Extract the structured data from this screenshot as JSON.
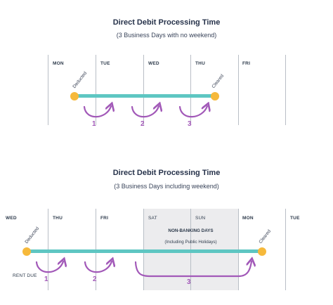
{
  "colors": {
    "bar": "#5ec6c2",
    "dot": "#f6b93b",
    "arrow": "#a259b8",
    "shade": "#ececee",
    "gridline": "#b9bec6"
  },
  "diagram1": {
    "title": "Direct Debit Processing Time",
    "subtitle": "(3 Business Days with no weekend)",
    "days": [
      "MON",
      "TUE",
      "WED",
      "THU",
      "FRI"
    ],
    "start_label": "Deducted",
    "end_label": "Cleared",
    "steps": [
      "1",
      "2",
      "3"
    ]
  },
  "diagram2": {
    "title": "Direct Debit Processing Time",
    "subtitle": "(3 Business Days including weekend)",
    "days": [
      "WED",
      "THU",
      "FRI",
      "SAT",
      "SUN",
      "MON",
      "TUE"
    ],
    "start_label": "Deducted",
    "end_label": "Cleared",
    "non_banking_title": "NON-BANKING DAYS",
    "non_banking_note": "(Including Public Holidays)",
    "rent_due": "RENT DUE",
    "steps": [
      "1",
      "2",
      "3"
    ]
  }
}
